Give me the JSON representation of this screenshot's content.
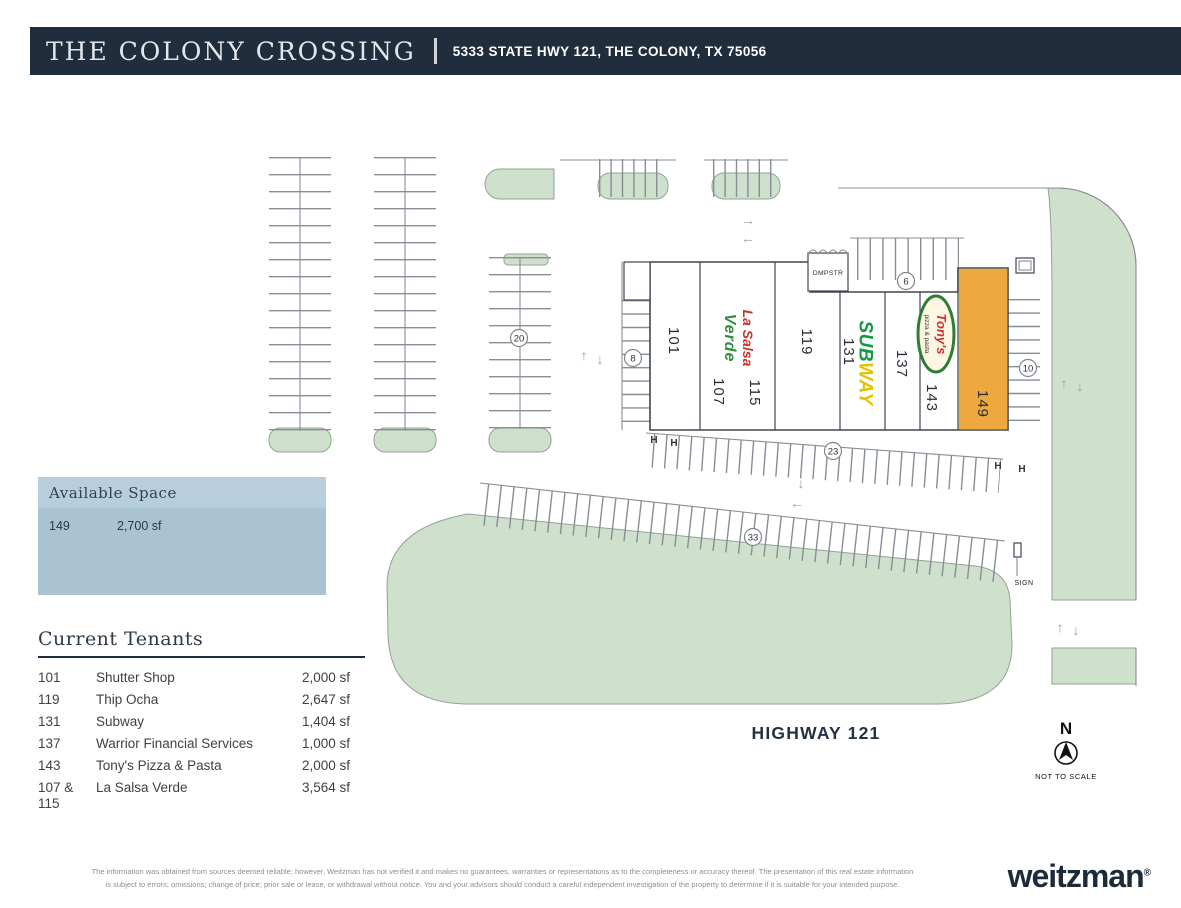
{
  "header": {
    "title": "THE COLONY CROSSING",
    "address": "5333 STATE HWY 121, THE COLONY, TX 75056"
  },
  "available_space": {
    "title": "Available Space",
    "suite": "149",
    "size": "2,700 sf"
  },
  "tenants": {
    "title": "Current Tenants",
    "rows": [
      {
        "suite": "101",
        "name": "Shutter Shop",
        "size": "2,000 sf"
      },
      {
        "suite": "119",
        "name": "Thip Ocha",
        "size": "2,647 sf"
      },
      {
        "suite": "131",
        "name": "Subway",
        "size": "1,404 sf"
      },
      {
        "suite": "137",
        "name": "Warrior Financial Services",
        "size": "1,000 sf"
      },
      {
        "suite": "143",
        "name": "Tony's Pizza & Pasta",
        "size": "2,000 sf"
      },
      {
        "suite": "107 &",
        "suite2": "115",
        "name": "La Salsa Verde",
        "size": "3,564 sf"
      }
    ]
  },
  "siteplan": {
    "highway_label": "HIGHWAY 121",
    "dumpster_label": "DMPSTR",
    "sign_label": "SIGN",
    "north_label": "N",
    "scale_label": "NOT TO SCALE",
    "handicap_label": "H",
    "units": {
      "u101": "101",
      "u107": "107",
      "u115": "115",
      "u119": "119",
      "u131": "131",
      "u137": "137",
      "u143": "143",
      "u149": "149"
    },
    "counts": {
      "c20": "20",
      "c8": "8",
      "c6": "6",
      "c10": "10",
      "c23": "23",
      "c33": "33"
    },
    "logos": {
      "subway_1": "SUB",
      "subway_2": "WAY",
      "salsa_1": "La Salsa",
      "salsa_2": "Verde",
      "tonys_1": "Tony's",
      "tonys_2": "pizza & pasta"
    },
    "icons": {
      "arrow_up": "↑",
      "arrow_down": "↓",
      "arrow_left": "←",
      "arrow_right": "→"
    },
    "colors": {
      "available_fill": "#EDA93F",
      "landscape_green": "#CFE0CC",
      "brand_navy": "#1F2D3C",
      "subway_green": "#149A3E",
      "subway_yellow": "#E3C200"
    }
  },
  "footer": {
    "disclaimer_line1": "The information was obtained from sources deemed reliable; however, Weitzman has not verified it and makes no guarantees, warranties or representations as to the completeness or accuracy thereof.  The presentation of this real estate information",
    "disclaimer_line2": "is subject to errors; omissions; change of price; prior sale or lease, or withdrawal without notice. You and your advisors should conduct a careful independent investigation of the property to determine if it is suitable for your intended purpose.",
    "brand": "weitzman",
    "reg_mark": "®"
  }
}
